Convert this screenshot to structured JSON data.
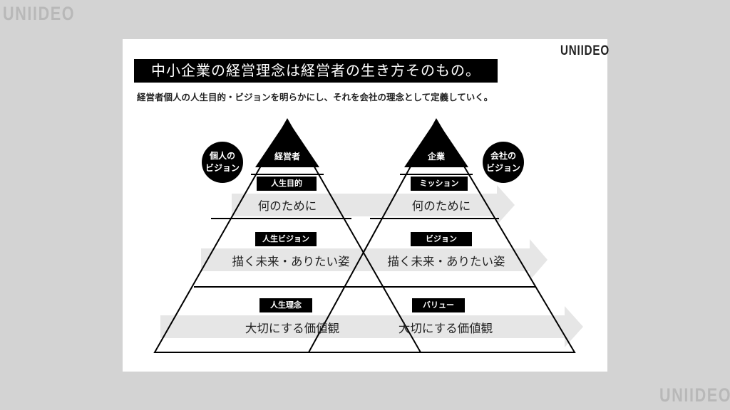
{
  "watermark": {
    "top_left": "UNIIDEO",
    "bottom_right": "UNIIDEO"
  },
  "slide": {
    "brand": "UNIIDEO",
    "title": "中小企業の経営理念は経営者の生き方そのもの。",
    "subtitle": "経営者個人の人生目的・ビジョンを明らかにし、それを会社の理念として定義していく。"
  },
  "left_pyramid": {
    "badge": "個人の\nビジョン",
    "apex": "経営者",
    "levels": [
      {
        "tag": "人生目的",
        "text": "何のために"
      },
      {
        "tag": "人生ビジョン",
        "text": "描く未来・ありたい姿"
      },
      {
        "tag": "人生理念",
        "text": "大切にする価値観"
      }
    ]
  },
  "right_pyramid": {
    "badge": "会社の\nビジョン",
    "apex": "企業",
    "levels": [
      {
        "tag": "ミッション",
        "text": "何のために"
      },
      {
        "tag": "ビジョン",
        "text": "描く未来・ありたい姿"
      },
      {
        "tag": "バリュー",
        "text": "大切にする価値観"
      }
    ]
  },
  "colors": {
    "background": "#d3d3d3",
    "slide": "#ffffff",
    "ink": "#000000",
    "arrow": "#e6e6e6",
    "watermark": "#b8b8b8"
  }
}
